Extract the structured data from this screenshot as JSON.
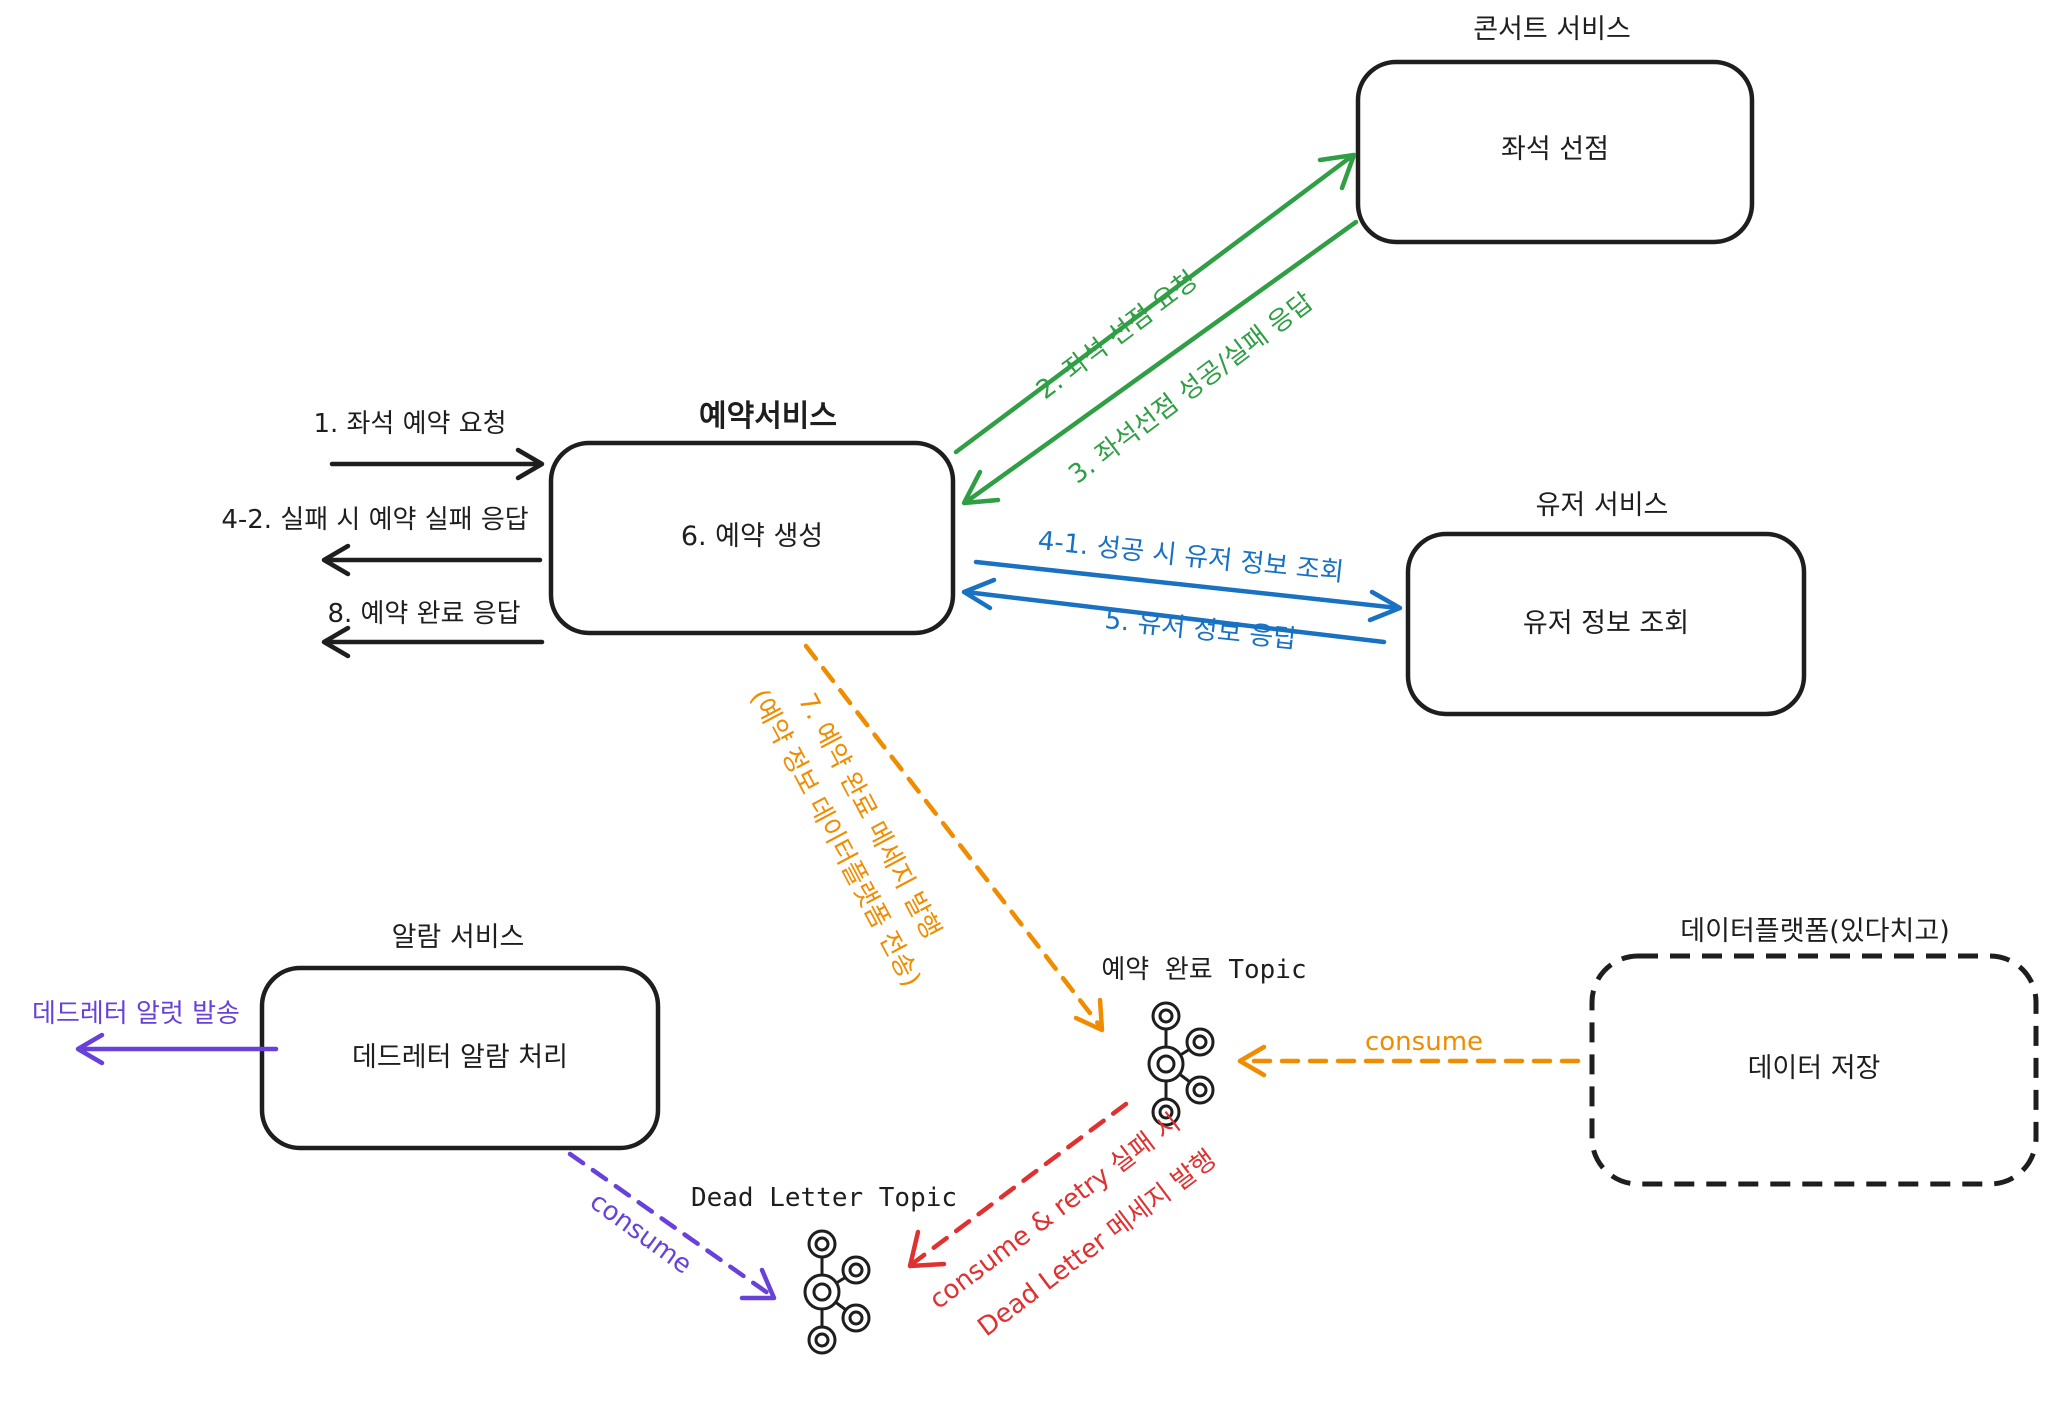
{
  "colors": {
    "black": "#1e1e1e",
    "green": "#2f9e44",
    "blue": "#1971c2",
    "orange": "#f08c00",
    "red": "#e03131",
    "purple": "#6741d9"
  },
  "nodes": {
    "concert": {
      "title": "콘서트 서비스",
      "label": "좌석 선점"
    },
    "reservation": {
      "title": "예약서비스",
      "label": "6. 예약 생성"
    },
    "user": {
      "title": "유저 서비스",
      "label": "유저 정보 조회"
    },
    "alarm": {
      "title": "알람 서비스",
      "label": "데드레터 알람 처리"
    },
    "data_platform": {
      "title": "데이터플랫폼(있다치고)",
      "label": "데이터 저장"
    }
  },
  "topics": {
    "complete": {
      "label": "예약 완료 Topic",
      "icon": "kafka-icon"
    },
    "dead_letter": {
      "label": "Dead Letter Topic",
      "icon": "kafka-icon"
    }
  },
  "edges": {
    "e1": "1. 좌석 예약 요청",
    "e2": "2. 좌석 선점 요청",
    "e3": "3. 좌석선점 성공/실패 응답",
    "e4_1": "4-1. 성공 시 유저 정보 조회",
    "e4_2": "4-2. 실패 시 예약 실패 응답",
    "e5": "5. 유저 정보 응답",
    "e7_line1": "7. 예약 완료 메세지 발행",
    "e7_line2": "(예약 정보 데이터플랫폼 전송)",
    "e8": "8. 예약 완료 응답",
    "consume_platform": "consume",
    "consume_alarm": "consume",
    "retry_line1": "consume & retry 실패 시",
    "retry_line2": "Dead Letter 메세지 발행",
    "alert": "데드레터 알럿 발송"
  }
}
